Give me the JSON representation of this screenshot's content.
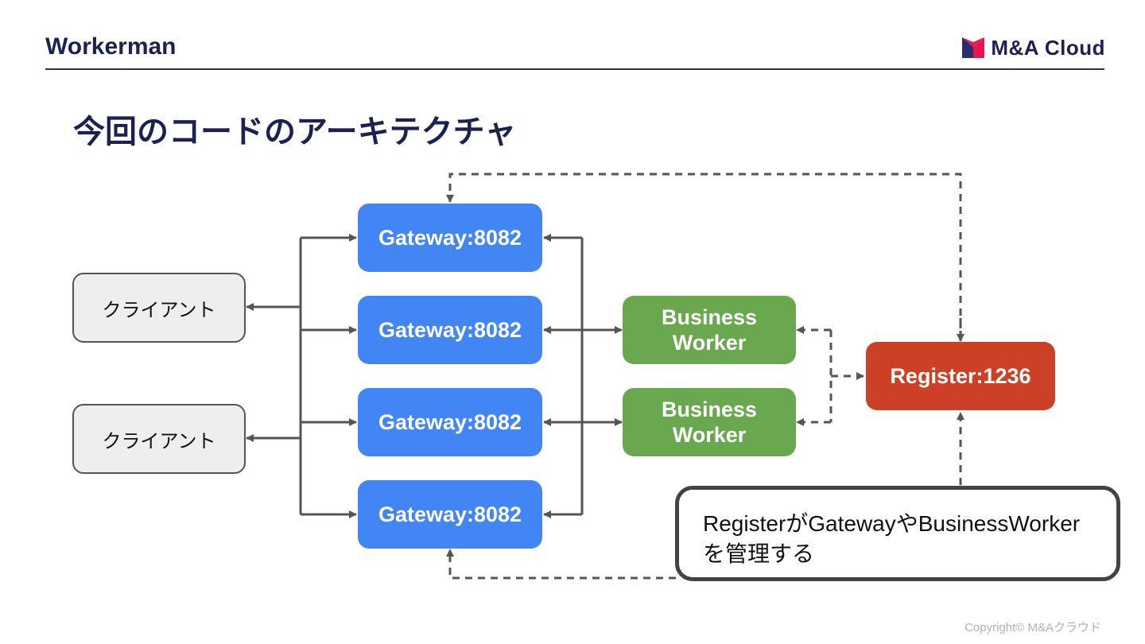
{
  "header": {
    "title": "Workerman",
    "logo_text": "M&A Cloud"
  },
  "slide": {
    "title": "今回のコードのアーキテクチャ"
  },
  "nodes": {
    "clients": [
      "クライアント",
      "クライアント"
    ],
    "gateways": [
      "Gateway:8082",
      "Gateway:8082",
      "Gateway:8082",
      "Gateway:8082"
    ],
    "workers": [
      {
        "line1": "Business",
        "line2": "Worker"
      },
      {
        "line1": "Business",
        "line2": "Worker"
      }
    ],
    "register": "Register:1236"
  },
  "note": {
    "line1": "RegisterがGatewayやBusinessWorker",
    "line2": "を管理する"
  },
  "footer": {
    "copyright": "Copyright© M&Aクラウド"
  },
  "colors": {
    "gateway": "#4285f4",
    "worker": "#6aa84f",
    "register": "#cc4125",
    "client": "#eeeeee",
    "navy": "#1c2150"
  }
}
